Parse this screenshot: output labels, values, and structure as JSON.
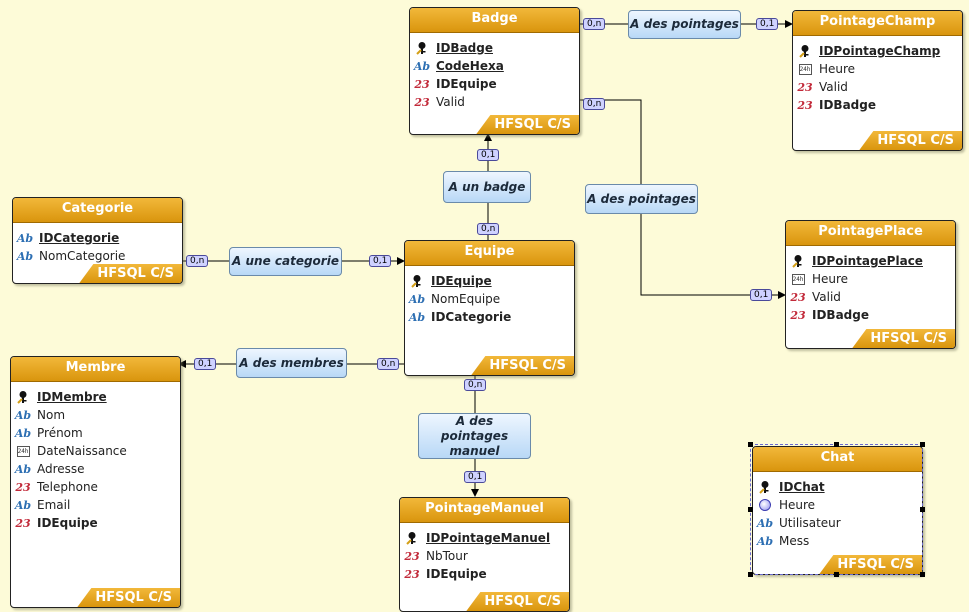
{
  "footer_label": "HFSQL C/S",
  "colors": {
    "header": "#e0a020",
    "relation": "#cfe4fa",
    "cardinality": "#cfd2ff",
    "background": "#fdfbd8"
  },
  "tables": {
    "badge": {
      "name": "Badge",
      "fields": [
        {
          "name": "IDBadge",
          "icon": "key-icon",
          "style": "key"
        },
        {
          "name": "CodeHexa",
          "icon": "text-icon",
          "style": "key"
        },
        {
          "name": "IDEquipe",
          "icon": "number-icon",
          "style": "bold"
        },
        {
          "name": "Valid",
          "icon": "number-icon",
          "style": "normal"
        }
      ]
    },
    "pointagechamp": {
      "name": "PointageChamp",
      "fields": [
        {
          "name": "IDPointageChamp",
          "icon": "key-icon",
          "style": "key"
        },
        {
          "name": "Heure",
          "icon": "datetime-icon",
          "style": "normal"
        },
        {
          "name": "Valid",
          "icon": "number-icon",
          "style": "normal"
        },
        {
          "name": "IDBadge",
          "icon": "number-icon",
          "style": "bold"
        }
      ]
    },
    "categorie": {
      "name": "Categorie",
      "fields": [
        {
          "name": "IDCategorie",
          "icon": "text-icon",
          "style": "key"
        },
        {
          "name": "NomCategorie",
          "icon": "text-icon",
          "style": "normal"
        }
      ]
    },
    "equipe": {
      "name": "Equipe",
      "fields": [
        {
          "name": "IDEquipe",
          "icon": "key-icon",
          "style": "key"
        },
        {
          "name": "NomEquipe",
          "icon": "text-icon",
          "style": "normal"
        },
        {
          "name": "IDCategorie",
          "icon": "text-icon",
          "style": "bold"
        }
      ]
    },
    "pointageplace": {
      "name": "PointagePlace",
      "fields": [
        {
          "name": "IDPointagePlace",
          "icon": "key-icon",
          "style": "key"
        },
        {
          "name": "Heure",
          "icon": "datetime-icon",
          "style": "normal"
        },
        {
          "name": "Valid",
          "icon": "number-icon",
          "style": "normal"
        },
        {
          "name": "IDBadge",
          "icon": "number-icon",
          "style": "bold"
        }
      ]
    },
    "membre": {
      "name": "Membre",
      "fields": [
        {
          "name": "IDMembre",
          "icon": "key-icon",
          "style": "key"
        },
        {
          "name": "Nom",
          "icon": "text-icon",
          "style": "normal"
        },
        {
          "name": "Prénom",
          "icon": "text-icon",
          "style": "normal"
        },
        {
          "name": "DateNaissance",
          "icon": "datetime-icon",
          "style": "normal"
        },
        {
          "name": "Adresse",
          "icon": "text-icon",
          "style": "normal"
        },
        {
          "name": "Telephone",
          "icon": "number-icon",
          "style": "normal"
        },
        {
          "name": "Email",
          "icon": "text-icon",
          "style": "normal"
        },
        {
          "name": "IDEquipe",
          "icon": "number-icon",
          "style": "bold"
        }
      ]
    },
    "pointagemanuel": {
      "name": "PointageManuel",
      "fields": [
        {
          "name": "IDPointageManuel",
          "icon": "key-icon",
          "style": "key"
        },
        {
          "name": "NbTour",
          "icon": "number-icon",
          "style": "normal"
        },
        {
          "name": "IDEquipe",
          "icon": "number-icon",
          "style": "bold"
        }
      ]
    },
    "chat": {
      "name": "Chat",
      "fields": [
        {
          "name": "IDChat",
          "icon": "key-icon",
          "style": "key"
        },
        {
          "name": "Heure",
          "icon": "clock-icon",
          "style": "normal"
        },
        {
          "name": "Utilisateur",
          "icon": "text-icon",
          "style": "normal"
        },
        {
          "name": "Mess",
          "icon": "text-icon",
          "style": "normal"
        }
      ]
    }
  },
  "relations": {
    "badge_champ": "A des pointages",
    "un_badge": "A un badge",
    "badge_place": "A des pointages",
    "categorie": "A une categorie",
    "membres": "A des membres",
    "manuel": "A des pointages manuel"
  },
  "cardinalities": {
    "badge_champ_left": "0,n",
    "badge_champ_right": "0,1",
    "badge_place_left": "0,n",
    "badge_place_right": "0,1",
    "un_badge_top": "0,1",
    "un_badge_bottom": "0,n",
    "categorie_left": "0,n",
    "categorie_right": "0,1",
    "membres_left": "0,1",
    "membres_right": "0,n",
    "manuel_top": "0,n",
    "manuel_bottom": "0,1"
  }
}
